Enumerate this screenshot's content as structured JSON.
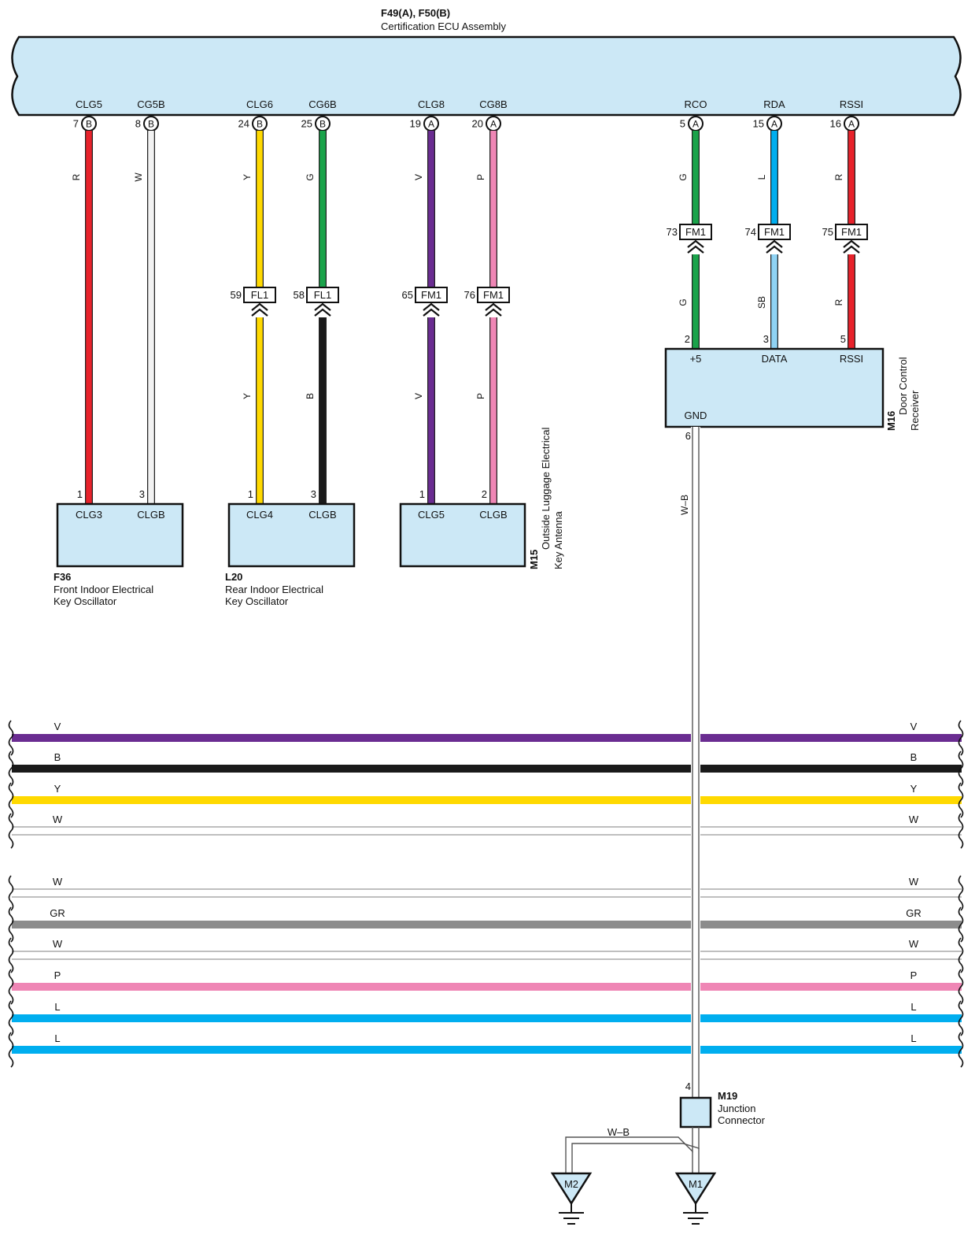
{
  "ecu": {
    "code": "F49(A), F50(B)",
    "name": "Certification ECU Assembly"
  },
  "colors": {
    "R": "#e8222b",
    "W": "#f2f2f2",
    "Y": "#ffd900",
    "G": "#1aa34a",
    "V": "#6a2c91",
    "P": "#ef86b5",
    "L": "#00aeef",
    "SB": "#8fd3f4",
    "B": "#1a1a1a",
    "GR": "#8c8c8c",
    "W-B": "#f2f2f2",
    "body": "#cce8f6"
  },
  "pins": [
    {
      "label": "CLG5",
      "num": "7",
      "conn": "B",
      "wire_top": "R"
    },
    {
      "label": "CG5B",
      "num": "8",
      "conn": "B",
      "wire_top": "W"
    },
    {
      "label": "CLG6",
      "num": "24",
      "conn": "B",
      "wire_top": "Y",
      "jnum": "59",
      "jlabel": "FL1",
      "wire_bot": "Y"
    },
    {
      "label": "CG6B",
      "num": "25",
      "conn": "B",
      "wire_top": "G",
      "jnum": "58",
      "jlabel": "FL1",
      "wire_bot": "B"
    },
    {
      "label": "CLG8",
      "num": "19",
      "conn": "A",
      "wire_top": "V",
      "jnum": "65",
      "jlabel": "FM1",
      "wire_bot": "V"
    },
    {
      "label": "CG8B",
      "num": "20",
      "conn": "A",
      "wire_top": "P",
      "jnum": "76",
      "jlabel": "FM1",
      "wire_bot": "P"
    },
    {
      "label": "RCO",
      "num": "5",
      "conn": "A",
      "wire_top": "G",
      "jnum": "73",
      "jlabel": "FM1",
      "wire_bot": "G"
    },
    {
      "label": "RDA",
      "num": "15",
      "conn": "A",
      "wire_top": "L",
      "jnum": "74",
      "jlabel": "FM1",
      "wire_bot": "SB"
    },
    {
      "label": "RSSI",
      "num": "16",
      "conn": "A",
      "wire_top": "R",
      "jnum": "75",
      "jlabel": "FM1",
      "wire_bot": "R"
    }
  ],
  "devices": [
    {
      "code": "F36",
      "name1": "Front Indoor Electrical",
      "name2": "Key Oscillator",
      "pin1_num": "1",
      "pin1_label": "CLG3",
      "pin2_num": "3",
      "pin2_label": "CLGB"
    },
    {
      "code": "L20",
      "name1": "Rear Indoor Electrical",
      "name2": "Key Oscillator",
      "pin1_num": "1",
      "pin1_label": "CLG4",
      "pin2_num": "3",
      "pin2_label": "CLGB"
    },
    {
      "code": "M15",
      "name1": "Outside Luggage Electrical",
      "name2": "Key Antenna",
      "pin1_num": "1",
      "pin1_label": "CLG5",
      "pin2_num": "2",
      "pin2_label": "CLGB"
    }
  ],
  "receiver": {
    "code": "M16",
    "name1": "Door Control",
    "name2": "Receiver",
    "pins": [
      {
        "num": "2",
        "label": "+5"
      },
      {
        "num": "3",
        "label": "DATA"
      },
      {
        "num": "5",
        "label": "RSSI"
      }
    ],
    "gnd_num": "6",
    "gnd_label": "GND",
    "gnd_wire": "W–B"
  },
  "bus_wires": [
    "V",
    "B",
    "Y",
    "W",
    "W",
    "GR",
    "W",
    "P",
    "L",
    "L"
  ],
  "junction": {
    "code": "M19",
    "name1": "Junction",
    "name2": "Connector",
    "pin_num": "4",
    "out_wire": "W–B"
  },
  "grounds": [
    "M2",
    "M1"
  ]
}
